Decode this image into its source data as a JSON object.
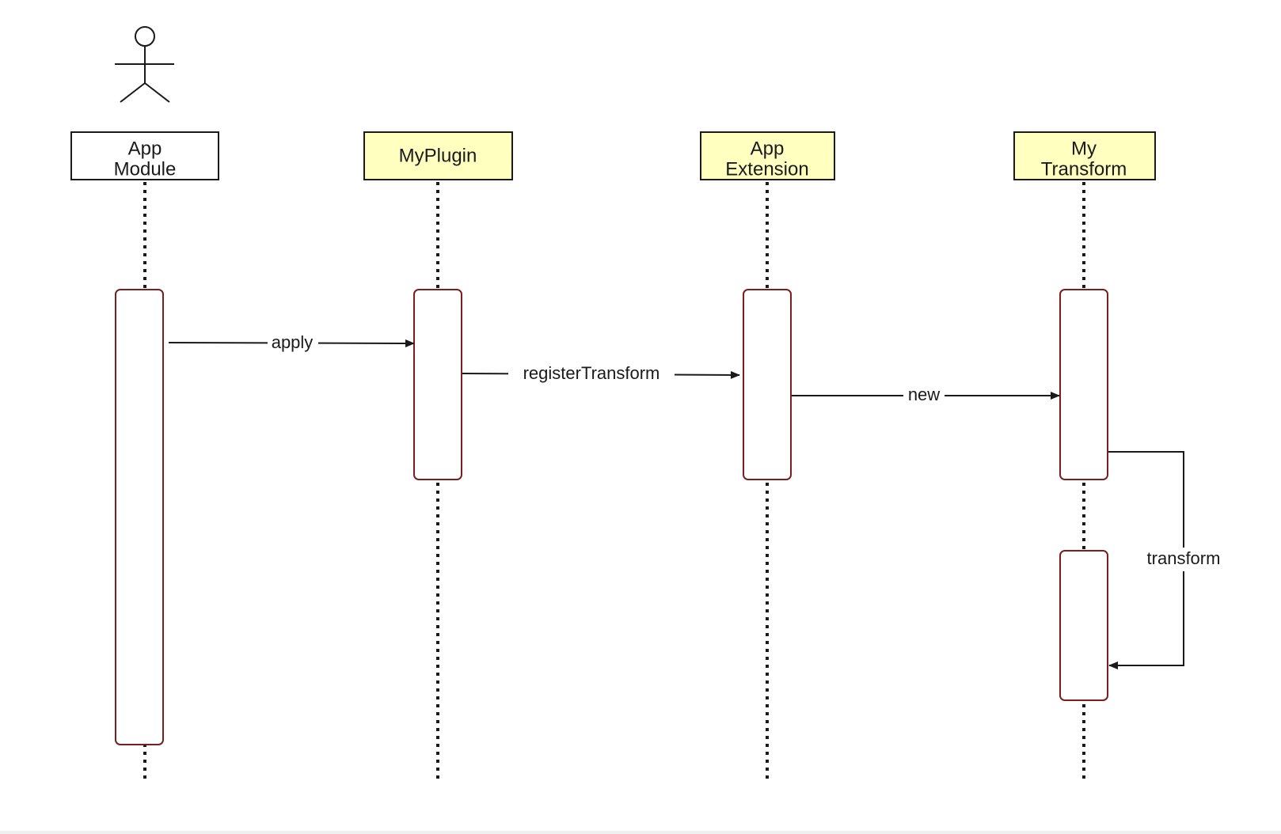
{
  "colors": {
    "stroke": "#1a1a1a",
    "activation_stroke": "#7a1e1e",
    "header_default_fill": "#ffffff",
    "header_highlight_fill": "#ffffc0",
    "background": "#ffffff"
  },
  "actor": {
    "icon": "stick-figure-icon"
  },
  "lifelines": [
    {
      "id": "app-module",
      "lines": [
        "App",
        "Module"
      ],
      "highlight": false
    },
    {
      "id": "myplugin",
      "lines": [
        "MyPlugin"
      ],
      "highlight": true
    },
    {
      "id": "app-extension",
      "lines": [
        "App",
        "Extension"
      ],
      "highlight": true
    },
    {
      "id": "my-transform",
      "lines": [
        "My",
        "Transform"
      ],
      "highlight": true
    }
  ],
  "messages": [
    {
      "id": "apply",
      "label": "apply"
    },
    {
      "id": "register-transform",
      "label": "registerTransform"
    },
    {
      "id": "new",
      "label": "new"
    },
    {
      "id": "transform",
      "label": "transform"
    }
  ]
}
